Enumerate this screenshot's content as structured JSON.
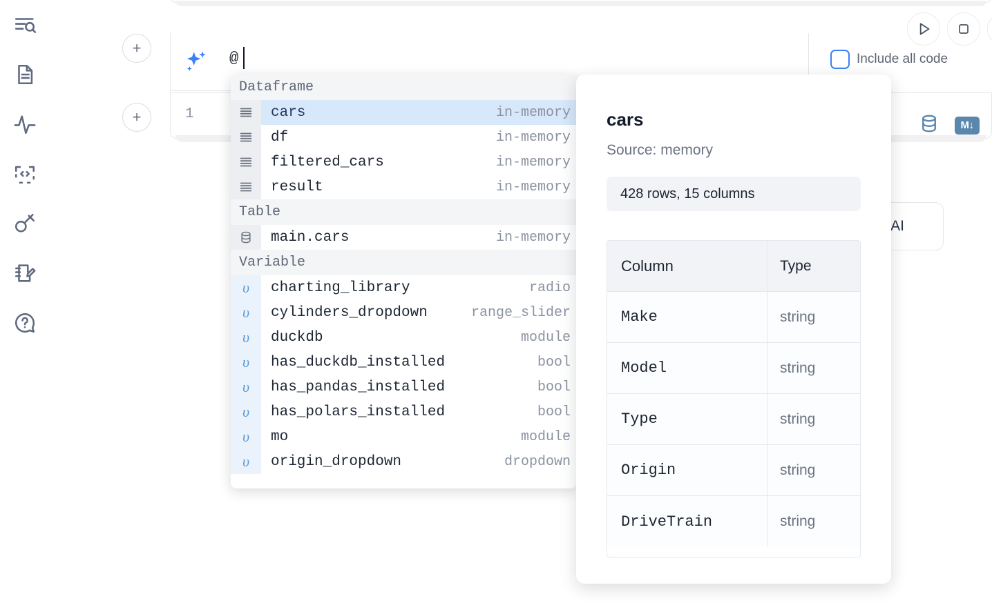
{
  "sidebar": {
    "items": [
      {
        "name": "outline-search-icon",
        "label": "Outline / Search"
      },
      {
        "name": "file-document-icon",
        "label": "Notebook file"
      },
      {
        "name": "activity-pulse-icon",
        "label": "Activity"
      },
      {
        "name": "code-snippet-icon",
        "label": "Snippets"
      },
      {
        "name": "key-icon",
        "label": "Secrets"
      },
      {
        "name": "scratchpad-icon",
        "label": "Scratchpad"
      },
      {
        "name": "help-question-icon",
        "label": "Help"
      }
    ]
  },
  "toolbar": {
    "run_label": "Run",
    "stop_label": "Stop",
    "include_all_code_label": "Include all code",
    "include_all_code_checked": false,
    "accent_color": "#3b82f6"
  },
  "ai_prompt": {
    "value": "@",
    "icon": "ai-sparkle-icon"
  },
  "code_cell": {
    "line_number": "1",
    "database_icon": "database-icon",
    "markdown_badge": "M↓"
  },
  "ai_pill": {
    "label": "h AI"
  },
  "autocomplete": {
    "groups": [
      {
        "label": "Dataframe",
        "icon": "dataframe-icon",
        "items": [
          {
            "name": "cars",
            "type": "in-memory",
            "selected": true
          },
          {
            "name": "df",
            "type": "in-memory",
            "selected": false
          },
          {
            "name": "filtered_cars",
            "type": "in-memory",
            "selected": false
          },
          {
            "name": "result",
            "type": "in-memory",
            "selected": false
          }
        ]
      },
      {
        "label": "Table",
        "icon": "database-icon",
        "items": [
          {
            "name": "main.cars",
            "type": "in-memory",
            "selected": false
          }
        ]
      },
      {
        "label": "Variable",
        "icon": "variable-icon",
        "items": [
          {
            "name": "charting_library",
            "type": "radio",
            "selected": false
          },
          {
            "name": "cylinders_dropdown",
            "type": "range_slider",
            "selected": false
          },
          {
            "name": "duckdb",
            "type": "module",
            "selected": false
          },
          {
            "name": "has_duckdb_installed",
            "type": "bool",
            "selected": false
          },
          {
            "name": "has_pandas_installed",
            "type": "bool",
            "selected": false
          },
          {
            "name": "has_polars_installed",
            "type": "bool",
            "selected": false
          },
          {
            "name": "mo",
            "type": "module",
            "selected": false
          },
          {
            "name": "origin_dropdown",
            "type": "dropdown",
            "selected": false
          }
        ]
      }
    ]
  },
  "info_panel": {
    "title": "cars",
    "source": "Source: memory",
    "stats": "428 rows, 15 columns",
    "table": {
      "headers": [
        "Column",
        "Type"
      ],
      "rows": [
        [
          "Make",
          "string"
        ],
        [
          "Model",
          "string"
        ],
        [
          "Type",
          "string"
        ],
        [
          "Origin",
          "string"
        ],
        [
          "DriveTrain",
          "string"
        ]
      ]
    }
  }
}
